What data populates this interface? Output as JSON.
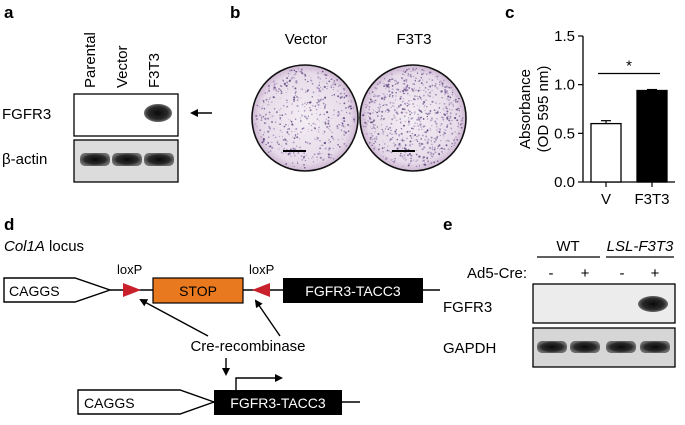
{
  "panel_a": {
    "label": "a",
    "lanes": [
      "Parental",
      "Vector",
      "F3T3"
    ],
    "rows": [
      "FGFR3",
      "β-actin"
    ]
  },
  "panel_b": {
    "label": "b",
    "conditions": [
      "Vector",
      "F3T3"
    ]
  },
  "panel_c": {
    "label": "c",
    "significance": "*",
    "chart_data": {
      "type": "bar",
      "categories": [
        "V",
        "F3T3"
      ],
      "values": [
        0.6,
        0.94
      ],
      "errors": [
        0.03,
        0.01
      ],
      "bar_colors": [
        "#ffffff",
        "#000000"
      ],
      "ylabel": "Absorbance\n(OD 595 nm)",
      "ylabel_lines": [
        "Absorbance",
        "(OD 595 nm)"
      ],
      "ylim": [
        0,
        1.5
      ],
      "yticks": [
        "0.0",
        "0.5",
        "1.0",
        "1.5"
      ]
    }
  },
  "panel_d": {
    "label": "d",
    "locus_italic": "Col1A",
    "locus_suffix": " locus",
    "promoter": "CAGGS",
    "loxp": "loxP",
    "stop": "STOP",
    "fusion": "FGFR3-TACC3",
    "enzyme": "Cre-recombinase",
    "colors": {
      "stop": "#e8791e",
      "loxp": "#c8212b"
    }
  },
  "panel_e": {
    "label": "e",
    "groups": [
      "WT",
      "LSL-F3T3"
    ],
    "treatment_label": "Ad5-Cre:",
    "treatment_signs": [
      "-",
      "+",
      "-",
      "+"
    ],
    "rows": [
      "FGFR3",
      "GAPDH"
    ]
  }
}
